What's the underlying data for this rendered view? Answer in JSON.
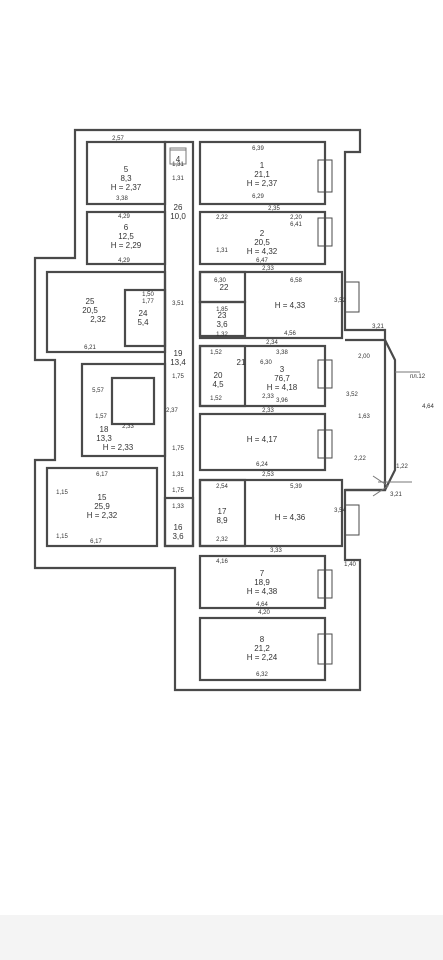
{
  "colors": {
    "wall": "#4a4a4a",
    "thin": "#777777",
    "text": "#333333",
    "background": "#ffffff",
    "bottom_bar": "#f4f4f4"
  },
  "rooms": [
    {
      "id": "r1",
      "num": "1",
      "area": "21,1",
      "height": "H = 2,37"
    },
    {
      "id": "r2",
      "num": "2",
      "area": "20,5",
      "height": "H = 4,32"
    },
    {
      "id": "r3",
      "num": "3",
      "area": "76,7",
      "height": "H = 4,18"
    },
    {
      "id": "r4",
      "num": "4",
      "area": "",
      "height": ""
    },
    {
      "id": "r5",
      "num": "5",
      "area": "8,3",
      "height": "H = 2,37"
    },
    {
      "id": "r6",
      "num": "6",
      "area": "12,5",
      "height": "H = 2,29"
    },
    {
      "id": "r7",
      "num": "7",
      "area": "18,9",
      "height": "H = 4,38"
    },
    {
      "id": "r8",
      "num": "8",
      "area": "21,2",
      "height": "H = 2,24"
    },
    {
      "id": "r15",
      "num": "15",
      "area": "25,9",
      "height": "H = 2,32"
    },
    {
      "id": "r16",
      "num": "16",
      "area": "3,6",
      "height": ""
    },
    {
      "id": "r17",
      "num": "17",
      "area": "8,9",
      "height": ""
    },
    {
      "id": "r18",
      "num": "18",
      "area": "13,3",
      "height": "H = 2,33"
    },
    {
      "id": "r19",
      "num": "19",
      "area": "13,4",
      "height": ""
    },
    {
      "id": "r20",
      "num": "20",
      "area": "4,5",
      "height": ""
    },
    {
      "id": "r21",
      "num": "21",
      "area": "",
      "height": ""
    },
    {
      "id": "r22",
      "num": "22",
      "area": "",
      "height": ""
    },
    {
      "id": "r23",
      "num": "23",
      "area": "3,6",
      "height": ""
    },
    {
      "id": "r24",
      "num": "24",
      "area": "5,4",
      "height": ""
    },
    {
      "id": "r25",
      "num": "25",
      "area": "20,5",
      "height": "2,32"
    },
    {
      "id": "r26",
      "num": "26",
      "area": "10,0",
      "height": ""
    }
  ],
  "unnumbered_heights": [
    {
      "id": "u1",
      "text": "H = 4,33"
    },
    {
      "id": "u2",
      "text": "H = 4,17"
    },
    {
      "id": "u3",
      "text": "H = 4,36"
    }
  ],
  "dimensions": [
    "2,57",
    "6,39",
    "1,31",
    "6,29",
    "3,38",
    "4,29",
    "2,22",
    "2,35",
    "2,20",
    "6,41",
    "6,47",
    "4,29",
    "2,33",
    "6,30",
    "6,58",
    "1,50",
    "1,77",
    "3,51",
    "1,85",
    "3,52",
    "4,56",
    "6,21",
    "2,34",
    "1,32",
    "3,38",
    "1,52",
    "6,30",
    "2,00",
    "1,52",
    "1,57",
    "1,75",
    "2,33",
    "1,75",
    "2,37",
    "3,96",
    "2,33",
    "6,24",
    "2,53",
    "1,31",
    "1,75",
    "6,17",
    "2,54",
    "5,39",
    "1,33",
    "3,54",
    "6,17",
    "2,32",
    "3,33",
    "4,16",
    "4,64",
    "4,20",
    "6,32",
    "3,21",
    "1,22",
    "3,21",
    "4,64",
    "1,40",
    "2,22",
    "1,63",
    "3,52",
    "2,33",
    "1,15",
    "1,15",
    "1,31",
    "5,57",
    "1,31"
  ],
  "corner_note": "пл.12"
}
